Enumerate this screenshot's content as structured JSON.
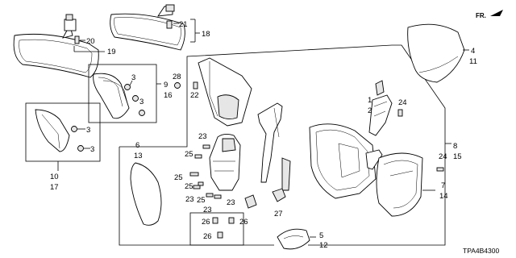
{
  "diagram_code": "TPA4B4300",
  "direction_label": "FR.",
  "callouts": {
    "c1": "1",
    "c2": "2",
    "c3a": "3",
    "c3b": "3",
    "c3c": "3",
    "c3d": "3",
    "c4": "4",
    "c11": "11",
    "c5": "5",
    "c12": "12",
    "c6": "6",
    "c13": "13",
    "c7": "7",
    "c14": "14",
    "c8": "8",
    "c15": "15",
    "c9": "9",
    "c16": "16",
    "c10": "10",
    "c17": "17",
    "c18": "18",
    "c19": "19",
    "c20": "20",
    "c21": "21",
    "c22": "22",
    "c23a": "23",
    "c23b": "23",
    "c23c": "23",
    "c24a": "24",
    "c24b": "24",
    "c25a": "25",
    "c25b": "25",
    "c25c": "25",
    "c25d": "25",
    "c26a": "26",
    "c26b": "26",
    "c26c": "26",
    "c27": "27",
    "c28": "28"
  }
}
